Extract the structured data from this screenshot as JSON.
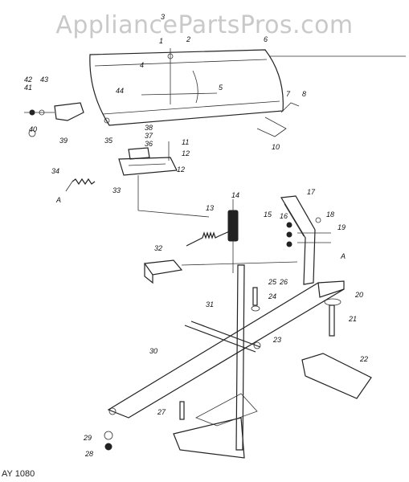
{
  "watermark": "AppliancePartsPros.com",
  "footer": "AY 1080",
  "callouts": [
    {
      "id": "1",
      "text": "1"
    },
    {
      "id": "2",
      "text": "2"
    },
    {
      "id": "3",
      "text": "3"
    },
    {
      "id": "4",
      "text": "4"
    },
    {
      "id": "5",
      "text": "5"
    },
    {
      "id": "6",
      "text": "6"
    },
    {
      "id": "7",
      "text": "7"
    },
    {
      "id": "8",
      "text": "8"
    },
    {
      "id": "10",
      "text": "10"
    },
    {
      "id": "11",
      "text": "11"
    },
    {
      "id": "12a",
      "text": "12"
    },
    {
      "id": "12b",
      "text": "12"
    },
    {
      "id": "13",
      "text": "13"
    },
    {
      "id": "14",
      "text": "14"
    },
    {
      "id": "15",
      "text": "15"
    },
    {
      "id": "16",
      "text": "16"
    },
    {
      "id": "17",
      "text": "17"
    },
    {
      "id": "18",
      "text": "18"
    },
    {
      "id": "19",
      "text": "19"
    },
    {
      "id": "20",
      "text": "20"
    },
    {
      "id": "21",
      "text": "21"
    },
    {
      "id": "22",
      "text": "22"
    },
    {
      "id": "23",
      "text": "23"
    },
    {
      "id": "24",
      "text": "24"
    },
    {
      "id": "25",
      "text": "25"
    },
    {
      "id": "26",
      "text": "26"
    },
    {
      "id": "27",
      "text": "27"
    },
    {
      "id": "28",
      "text": "28"
    },
    {
      "id": "29",
      "text": "29"
    },
    {
      "id": "30",
      "text": "30"
    },
    {
      "id": "31",
      "text": "31"
    },
    {
      "id": "32",
      "text": "32"
    },
    {
      "id": "33",
      "text": "33"
    },
    {
      "id": "34",
      "text": "34"
    },
    {
      "id": "35",
      "text": "35"
    },
    {
      "id": "36",
      "text": "36"
    },
    {
      "id": "37",
      "text": "37"
    },
    {
      "id": "38",
      "text": "38"
    },
    {
      "id": "39",
      "text": "39"
    },
    {
      "id": "40",
      "text": "40"
    },
    {
      "id": "41",
      "text": "41"
    },
    {
      "id": "42",
      "text": "42"
    },
    {
      "id": "43",
      "text": "43"
    },
    {
      "id": "44",
      "text": "44"
    },
    {
      "id": "Aleft",
      "text": "A"
    },
    {
      "id": "Aright",
      "text": "A"
    }
  ]
}
